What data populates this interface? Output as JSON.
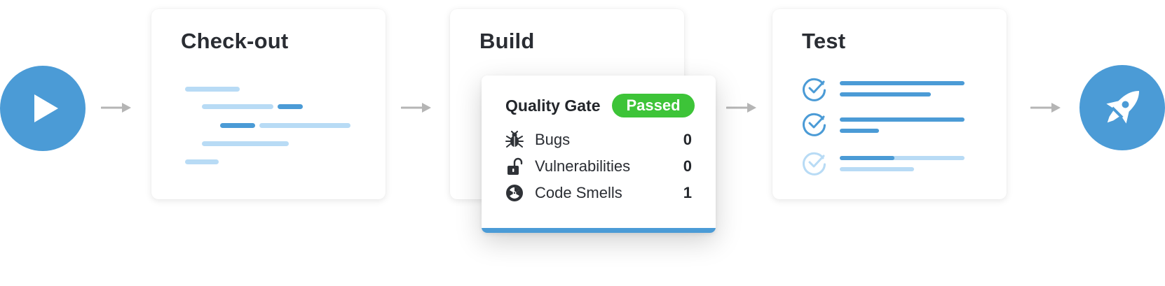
{
  "pipeline": {
    "stages": [
      {
        "title": "Check-out"
      },
      {
        "title": "Build"
      },
      {
        "title": "Test"
      }
    ]
  },
  "quality_gate": {
    "title": "Quality Gate",
    "status": "Passed",
    "metrics": [
      {
        "label": "Bugs",
        "value": "0",
        "icon": "bug-icon"
      },
      {
        "label": "Vulnerabilities",
        "value": "0",
        "icon": "unlocked-padlock-icon"
      },
      {
        "label": "Code Smells",
        "value": "1",
        "icon": "radiation-icon"
      }
    ]
  },
  "colors": {
    "primary_blue": "#4b9bd6",
    "light_blue": "#b8dbf5",
    "passed_green": "#3dc438",
    "arrow_gray": "#b5b5b5"
  },
  "icons": {
    "start": "play-icon",
    "end": "rocket-icon"
  }
}
